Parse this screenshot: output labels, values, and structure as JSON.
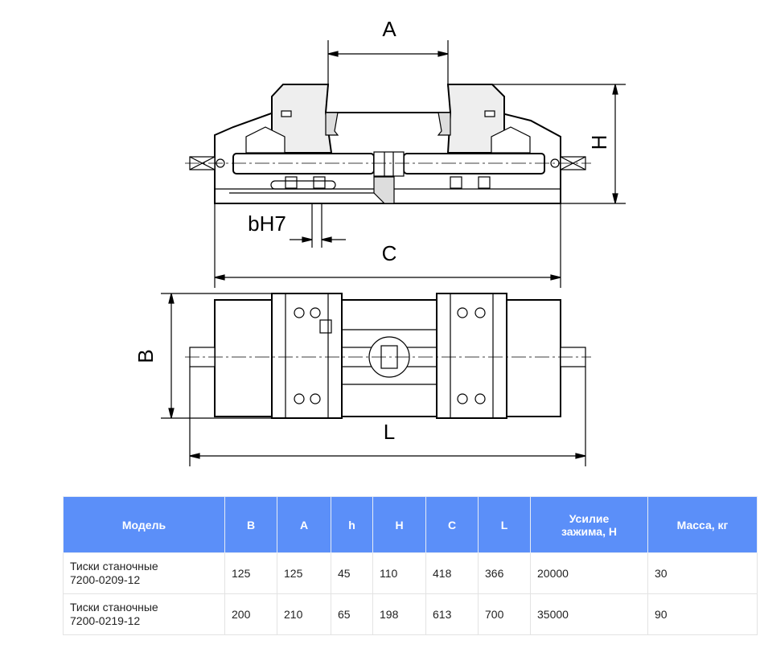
{
  "drawing": {
    "labels": {
      "A": "A",
      "H": "H",
      "bH7": "bH7",
      "C": "C",
      "B": "B",
      "L": "L"
    }
  },
  "table": {
    "headers": [
      "Модель",
      "B",
      "A",
      "h",
      "H",
      "C",
      "L",
      "Усилие зажима, Н",
      "Масса, кг"
    ],
    "rows": [
      {
        "model_line1": "Тиски станочные",
        "model_line2": "7200-0209-12",
        "B": "125",
        "A": "125",
        "h": "45",
        "H": "110",
        "C": "418",
        "L": "366",
        "force": "20000",
        "mass": "30"
      },
      {
        "model_line1": "Тиски станочные",
        "model_line2": "7200-0219-12",
        "B": "200",
        "A": "210",
        "h": "65",
        "H": "198",
        "C": "613",
        "L": "700",
        "force": "35000",
        "mass": "90"
      }
    ]
  }
}
